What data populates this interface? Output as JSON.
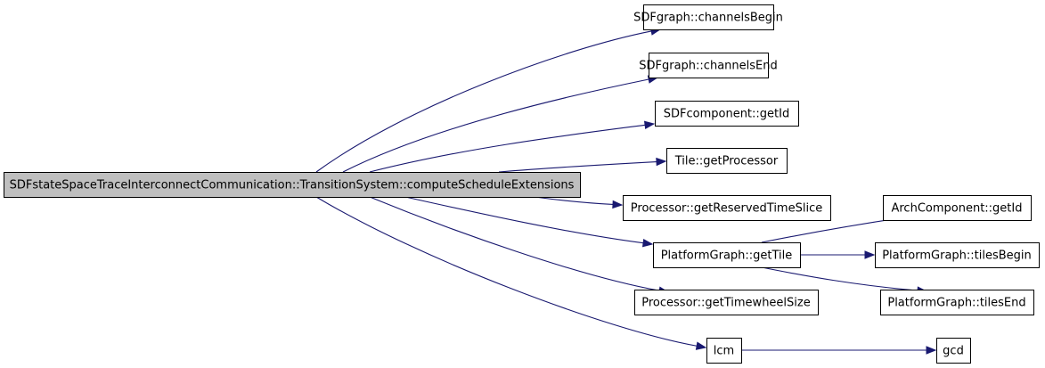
{
  "diagram": {
    "type": "call-graph",
    "colors": {
      "edge": "#191970",
      "root_fill": "#bfbfbf",
      "node_fill": "#ffffff",
      "border": "#000000"
    },
    "nodes": [
      {
        "id": "root",
        "label": "SDFstateSpaceTraceInterconnectCommunication::TransitionSystem::computeScheduleExtensions",
        "root": true
      },
      {
        "id": "channelsBegin",
        "label": "SDFgraph::channelsBegin"
      },
      {
        "id": "channelsEnd",
        "label": "SDFgraph::channelsEnd"
      },
      {
        "id": "sdfGetId",
        "label": "SDFcomponent::getId"
      },
      {
        "id": "getProcessor",
        "label": "Tile::getProcessor"
      },
      {
        "id": "getReservedTimeSlice",
        "label": "Processor::getReservedTimeSlice"
      },
      {
        "id": "getTile",
        "label": "PlatformGraph::getTile"
      },
      {
        "id": "getTimewheelSize",
        "label": "Processor::getTimewheelSize"
      },
      {
        "id": "lcm",
        "label": "lcm"
      },
      {
        "id": "archGetId",
        "label": "ArchComponent::getId"
      },
      {
        "id": "tilesBegin",
        "label": "PlatformGraph::tilesBegin"
      },
      {
        "id": "tilesEnd",
        "label": "PlatformGraph::tilesEnd"
      },
      {
        "id": "gcd",
        "label": "gcd"
      }
    ],
    "edges": [
      {
        "from": "root",
        "to": "channelsBegin"
      },
      {
        "from": "root",
        "to": "channelsEnd"
      },
      {
        "from": "root",
        "to": "sdfGetId"
      },
      {
        "from": "root",
        "to": "getProcessor"
      },
      {
        "from": "root",
        "to": "getReservedTimeSlice"
      },
      {
        "from": "root",
        "to": "getTile"
      },
      {
        "from": "root",
        "to": "getTimewheelSize"
      },
      {
        "from": "root",
        "to": "lcm"
      },
      {
        "from": "getTile",
        "to": "archGetId"
      },
      {
        "from": "getTile",
        "to": "tilesBegin"
      },
      {
        "from": "getTile",
        "to": "tilesEnd"
      },
      {
        "from": "lcm",
        "to": "gcd"
      }
    ]
  }
}
